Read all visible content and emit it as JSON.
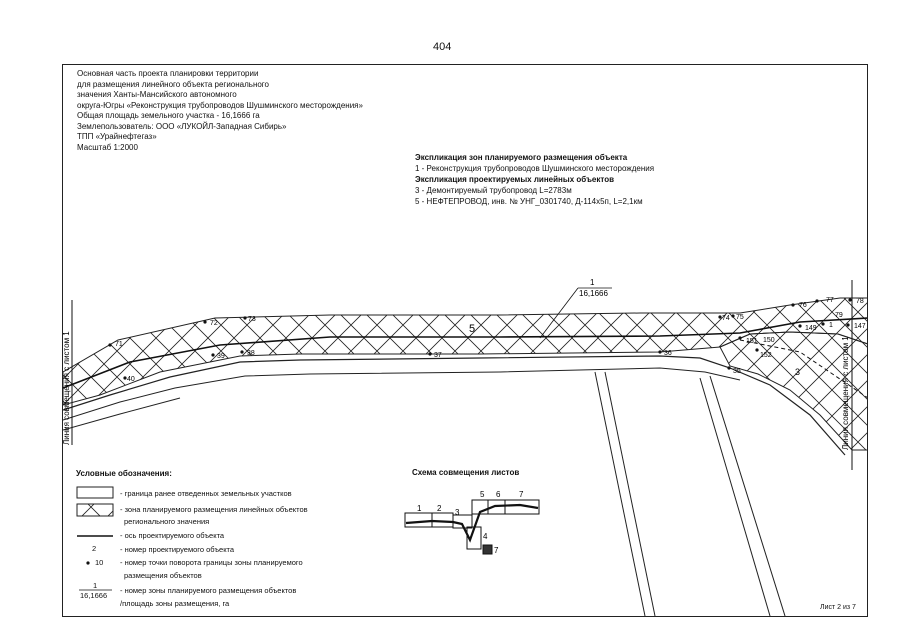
{
  "page": {
    "number": "404"
  },
  "title_block": {
    "lines": [
      "Основная часть проекта планировки территории",
      "для размещения линейного объекта регионального",
      "значения Ханты-Мансийского автономного",
      "округа-Югры «Реконструкция трубопроводов Шушминского месторождения»",
      "Общая площадь земельного  участка - 16,1666 га",
      "Землепользователь: ООО «ЛУКОЙЛ-Западная Сибирь»",
      "ТПП «Урайнефтегаз»",
      "Масштаб 1:2000"
    ]
  },
  "explication": {
    "zones_header": "Экспликация зон планируемого размещения объекта",
    "zones": [
      "1 - Реконструкция трубопроводов Шушминского месторождения"
    ],
    "objects_header": "Экспликация проектируемых линейных объектов",
    "objects": [
      "3 - Демонтируемый трубопровод L=2783м",
      "5 - НЕФТЕПРОВОД, инв. № УНГ_0301740, Д-114х5п, L=2,1км"
    ]
  },
  "map": {
    "zone_label": {
      "number": "1",
      "area": "16,1666"
    },
    "object_labels": {
      "pipeline": "5",
      "dismantled": "3"
    },
    "left_sheet_line": "Линия совмещения с листом 1",
    "right_sheet_line": "Линия совмещения с листом 1",
    "points": {
      "p71": "71",
      "p72": "72",
      "p73": "73",
      "p74": "74",
      "p75": "75",
      "p76": "76",
      "p77": "77",
      "p78": "78",
      "p147": "147",
      "p149": "149",
      "p150": "150",
      "p151": "151",
      "p152": "152",
      "p40": "40",
      "p39": "39",
      "p38": "38",
      "p37": "37",
      "p36": "36",
      "p35": "35",
      "p1": "1",
      "p79": "79"
    }
  },
  "legend": {
    "title": "Условные обозначения:",
    "items": {
      "prev_boundary": "- граница ранее отведенных земельных участков",
      "zone_line1": "- зона планируемого размещения линейных объектов",
      "zone_line2": "регионального значения",
      "axis": "- ось проектируемого объекта",
      "obj_number_sample": "2",
      "obj_number": "- номер проектируемого объекта",
      "turn_point_sample": "10",
      "turn_point_line1": "- номер точки поворота границы зоны планируемого",
      "turn_point_line2": "размещения объектов",
      "zone_num_sample_top": "1",
      "zone_num_sample_bottom": "16,1666",
      "zone_num_line1": "- номер зоны планируемого размещения объектов",
      "zone_num_line2": "/площадь зоны размещения, га"
    }
  },
  "scheme": {
    "title": "Схема совмещения листов",
    "labels": [
      "1",
      "2",
      "3",
      "4",
      "5",
      "6",
      "7",
      "7"
    ]
  },
  "footer": {
    "sheet": "Лист 2 из 7"
  }
}
